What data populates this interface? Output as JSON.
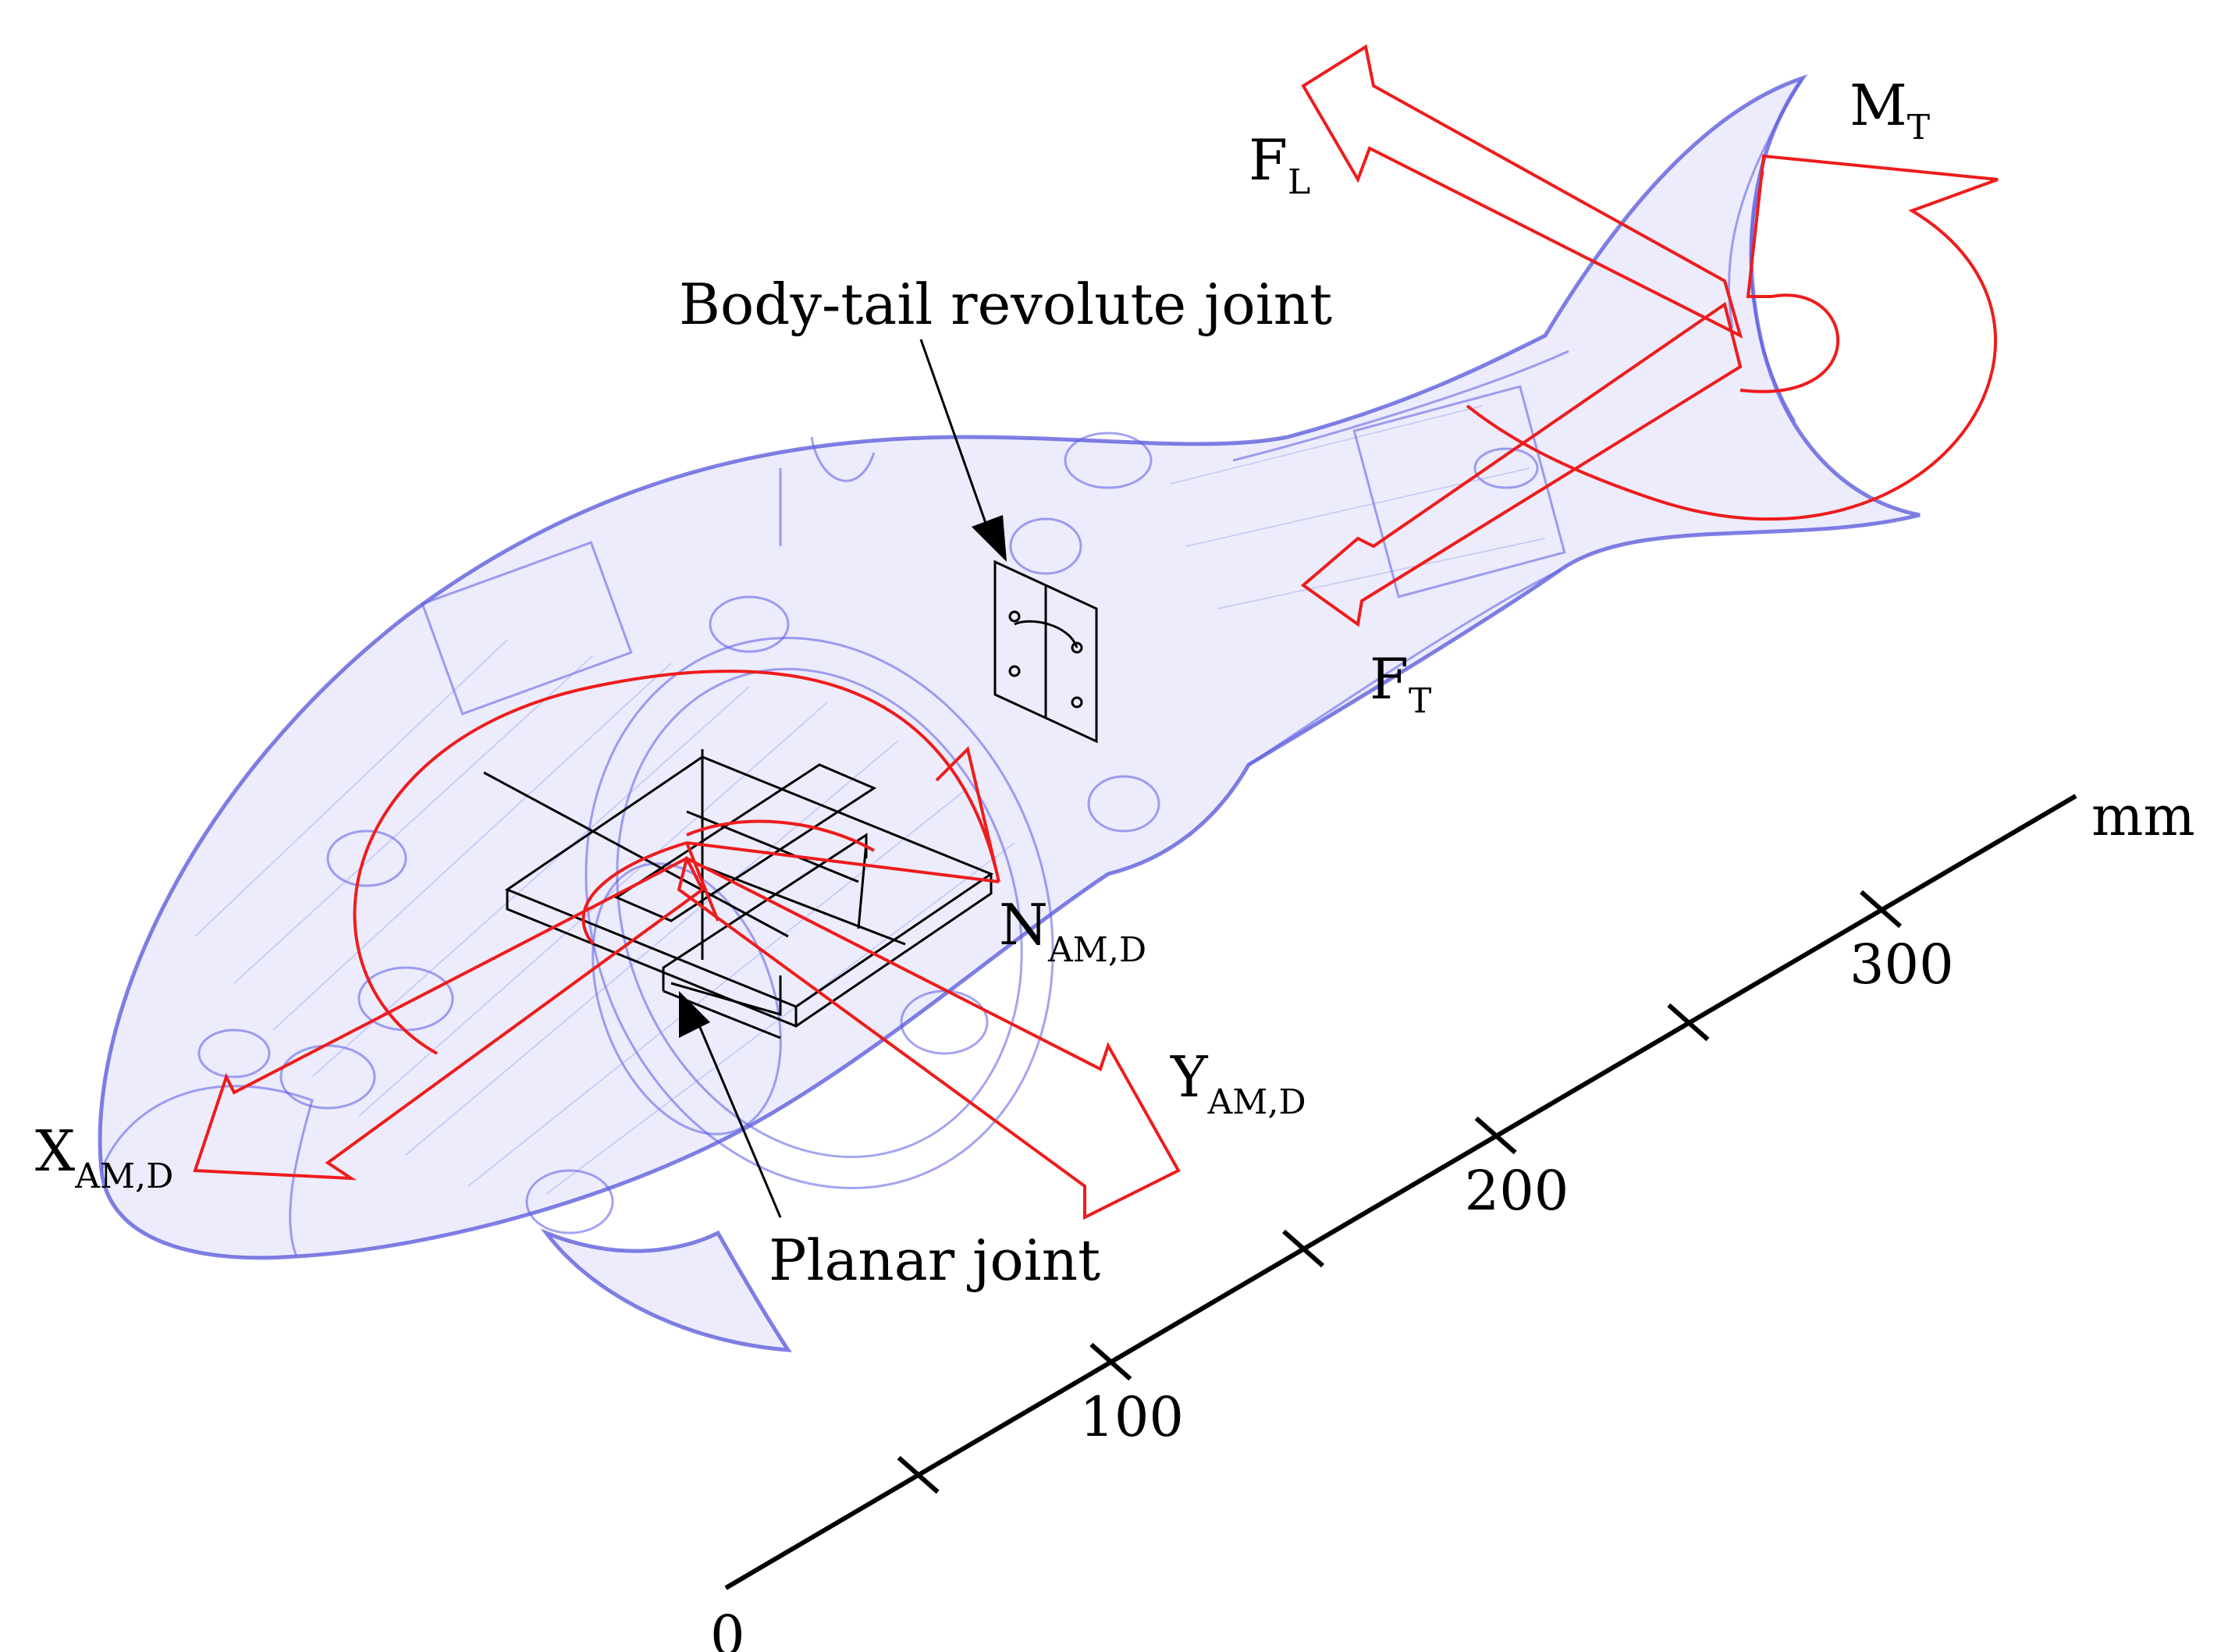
{
  "diagram": {
    "force_labels": {
      "lift": {
        "main": "F",
        "sub": "L"
      },
      "thrust": {
        "main": "F",
        "sub": "T"
      },
      "moment": {
        "main": "M",
        "sub": "T"
      }
    },
    "joint_labels": {
      "body_tail": "Body-tail revolute joint",
      "planar": "Planar joint"
    },
    "axis_labels": {
      "x": {
        "main": "X",
        "sub": "AM,D"
      },
      "y": {
        "main": "Y",
        "sub": "AM,D"
      },
      "n": {
        "main": "N",
        "sub": "AM,D"
      }
    },
    "scale_bar": {
      "unit": "mm",
      "ticks": [
        {
          "value": 0,
          "label": "0"
        },
        {
          "value": 100,
          "label": "100"
        },
        {
          "value": 200,
          "label": "200"
        },
        {
          "value": 300,
          "label": "300"
        }
      ]
    },
    "colors": {
      "body_wireframe": "#5a5ae6",
      "force_arrows": "#ee1c1c",
      "annotations": "#000000"
    }
  }
}
